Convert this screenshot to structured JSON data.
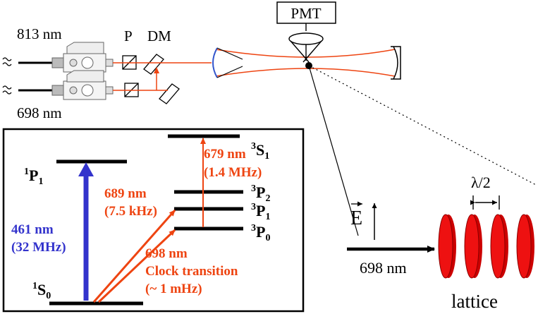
{
  "setup": {
    "laser_813_label": "813 nm",
    "laser_698_label": "698 nm",
    "polarizer_label": "P",
    "dichroic_label": "DM",
    "detector_label": "PMT"
  },
  "levels": {
    "ground": {
      "main": "1",
      "letter": "S",
      "sub": "0"
    },
    "p1_singlet": {
      "main": "1",
      "letter": "P",
      "sub": "1"
    },
    "s1_triplet": {
      "main": "3",
      "letter": "S",
      "sub": "1"
    },
    "p2_triplet": {
      "main": "3",
      "letter": "P",
      "sub": "2"
    },
    "p1_triplet": {
      "main": "3",
      "letter": "P",
      "sub": "1"
    },
    "p0_triplet": {
      "main": "3",
      "letter": "P",
      "sub": "0"
    }
  },
  "transitions": {
    "t461": {
      "line1": "461 nm",
      "line2": "(32 MHz)",
      "color": "#3333cc"
    },
    "t689": {
      "line1": "689 nm",
      "line2": "(7.5 kHz)",
      "color": "#ee4411"
    },
    "t679": {
      "line1": "679 nm",
      "line2": "(1.4 MHz)",
      "color": "#ee4411"
    },
    "t698": {
      "line1": "698 nm",
      "line2": "Clock transition",
      "line3": "(~ 1 mHz)",
      "color": "#ee4411"
    }
  },
  "lattice": {
    "field_label": "E",
    "wavelength_label": "698 nm",
    "spacing_label": "λ/2",
    "caption": "lattice",
    "pancake_color": "#ee1111"
  },
  "colors": {
    "beam": "#ee4411",
    "blue": "#3333cc",
    "level": "#000000"
  }
}
